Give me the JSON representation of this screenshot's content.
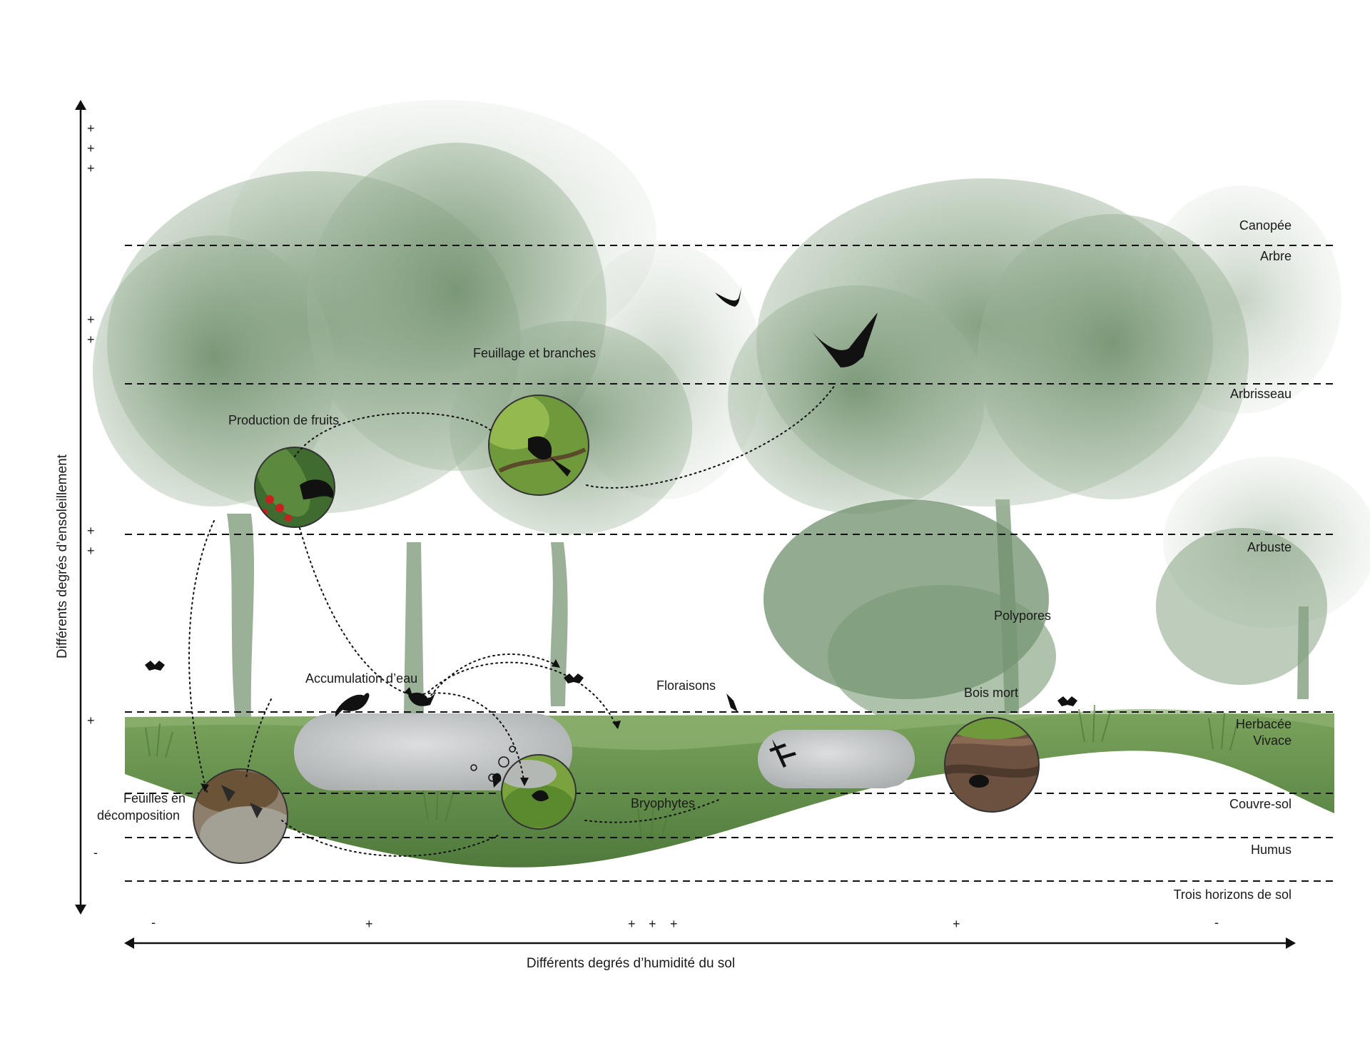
{
  "strata": [
    {
      "id": "canopee",
      "label": "Canopée"
    },
    {
      "id": "arbre",
      "label": "Arbre"
    },
    {
      "id": "arbrisseau",
      "label": "Arbrisseau"
    },
    {
      "id": "arbuste",
      "label": "Arbuste"
    },
    {
      "id": "herbacee",
      "label": "Herbacée"
    },
    {
      "id": "vivace",
      "label": "Vivace"
    },
    {
      "id": "couvre_sol",
      "label": "Couvre-sol"
    },
    {
      "id": "humus",
      "label": "Humus"
    },
    {
      "id": "horizons",
      "label": "Trois horizons de sol"
    }
  ],
  "annotations": {
    "feuillage": "Feuillage et branches",
    "fruits": "Production de fruits",
    "eau": "Accumulation d’eau",
    "floraisons": "Floraisons",
    "polypores": "Polypores",
    "bois_mort": "Bois mort",
    "feuilles_1": "Feuilles en",
    "feuilles_2": "décomposition",
    "bryophytes": "Bryophytes"
  },
  "axes": {
    "y_label": "Différents degrés d’ensoleillement",
    "x_label": "Différents degrés d’humidité du sol",
    "y_signs": [
      "+",
      "+",
      "+",
      "+",
      "+",
      "+",
      "+",
      "+",
      "-"
    ],
    "x_signs": [
      "-",
      "+",
      "+",
      "+",
      "+",
      "+",
      "-"
    ]
  },
  "colors": {
    "foliage": "#7d9a7a",
    "foliage_light": "#a9bea6",
    "ground": "#5e8a48",
    "rock": "#c9cbcc",
    "line": "#111111"
  },
  "icons": [
    "bird-silhouette",
    "butterfly-silhouette",
    "dragonfly-silhouette",
    "rodent-silhouette"
  ]
}
